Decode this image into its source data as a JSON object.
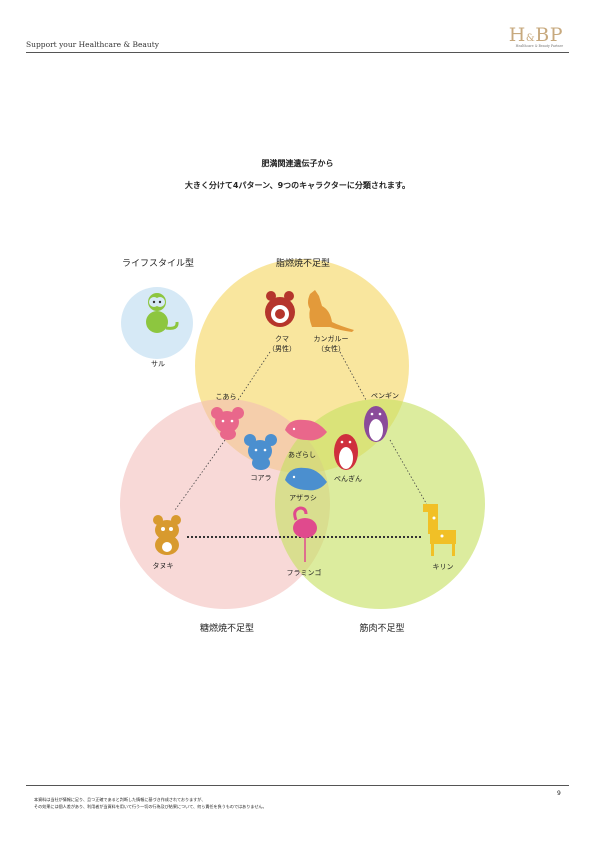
{
  "header": {
    "tagline": "Support your Healthcare & Beauty",
    "logo_text": "H&BP",
    "logo_main": "H",
    "logo_amp": "&",
    "logo_end": "BP",
    "logo_subtitle": "Healthcare & Beauty Partner"
  },
  "title": {
    "line1": "肥満関連遺伝子から",
    "line2": "大きく分けて4パターン、9つのキャラクターに分類されます。"
  },
  "diagram": {
    "lifestyle_label": "ライフスタイル型",
    "circles": [
      {
        "name": "脂燃焼不足型",
        "color": "#f7dd7e"
      },
      {
        "name": "糖燃焼不足型",
        "color": "#f6c9c7"
      },
      {
        "name": "筋肉不足型",
        "color": "#cce46b"
      },
      {
        "name": "ライフスタイル型",
        "color": "#d6e9f6"
      }
    ],
    "labels": {
      "fat_burning": "脂燃焼不足型",
      "sugar_burning": "糖燃焼不足型",
      "muscle": "筋肉不足型"
    },
    "characters": {
      "monkey": "サル",
      "bear": "クマ",
      "bear_note": "（男性）",
      "kangaroo": "カンガルー",
      "kangaroo_note": "（女性）",
      "koara_hira": "こあら",
      "koara_kata": "コアラ",
      "azarashi_hira": "あざらし",
      "azarashi_kata": "アザラシ",
      "penguin_kata": "ペンギン",
      "penguin_hira": "ぺんぎん",
      "raccoon_dog": "タヌキ",
      "flamingo": "フラミンゴ",
      "giraffe": "キリン"
    },
    "character_colors": {
      "monkey": "#8dc63f",
      "bear": "#b5352c",
      "kangaroo": "#e39a3a",
      "koara_hira": "#e9678b",
      "koara_kata": "#4b8fcf",
      "azarashi_hira": "#e9678b",
      "azarashi_kata": "#4b8fcf",
      "penguin_kata": "#8b4b9a",
      "penguin_hira": "#cf2f3d",
      "raccoon_dog": "#d89a2e",
      "flamingo": "#e04a8d",
      "giraffe": "#f1c026"
    }
  },
  "footer": {
    "note_line1": "本資料は当社が情報に足り、且つ正確であると判断した情報に基づき作成されておりますが、",
    "note_line2": "その効果には個人差があり、利用者が当資料を用いて行う一切の行為及び結果について、何ら責任を負うものではありません。",
    "page_number": "9"
  }
}
